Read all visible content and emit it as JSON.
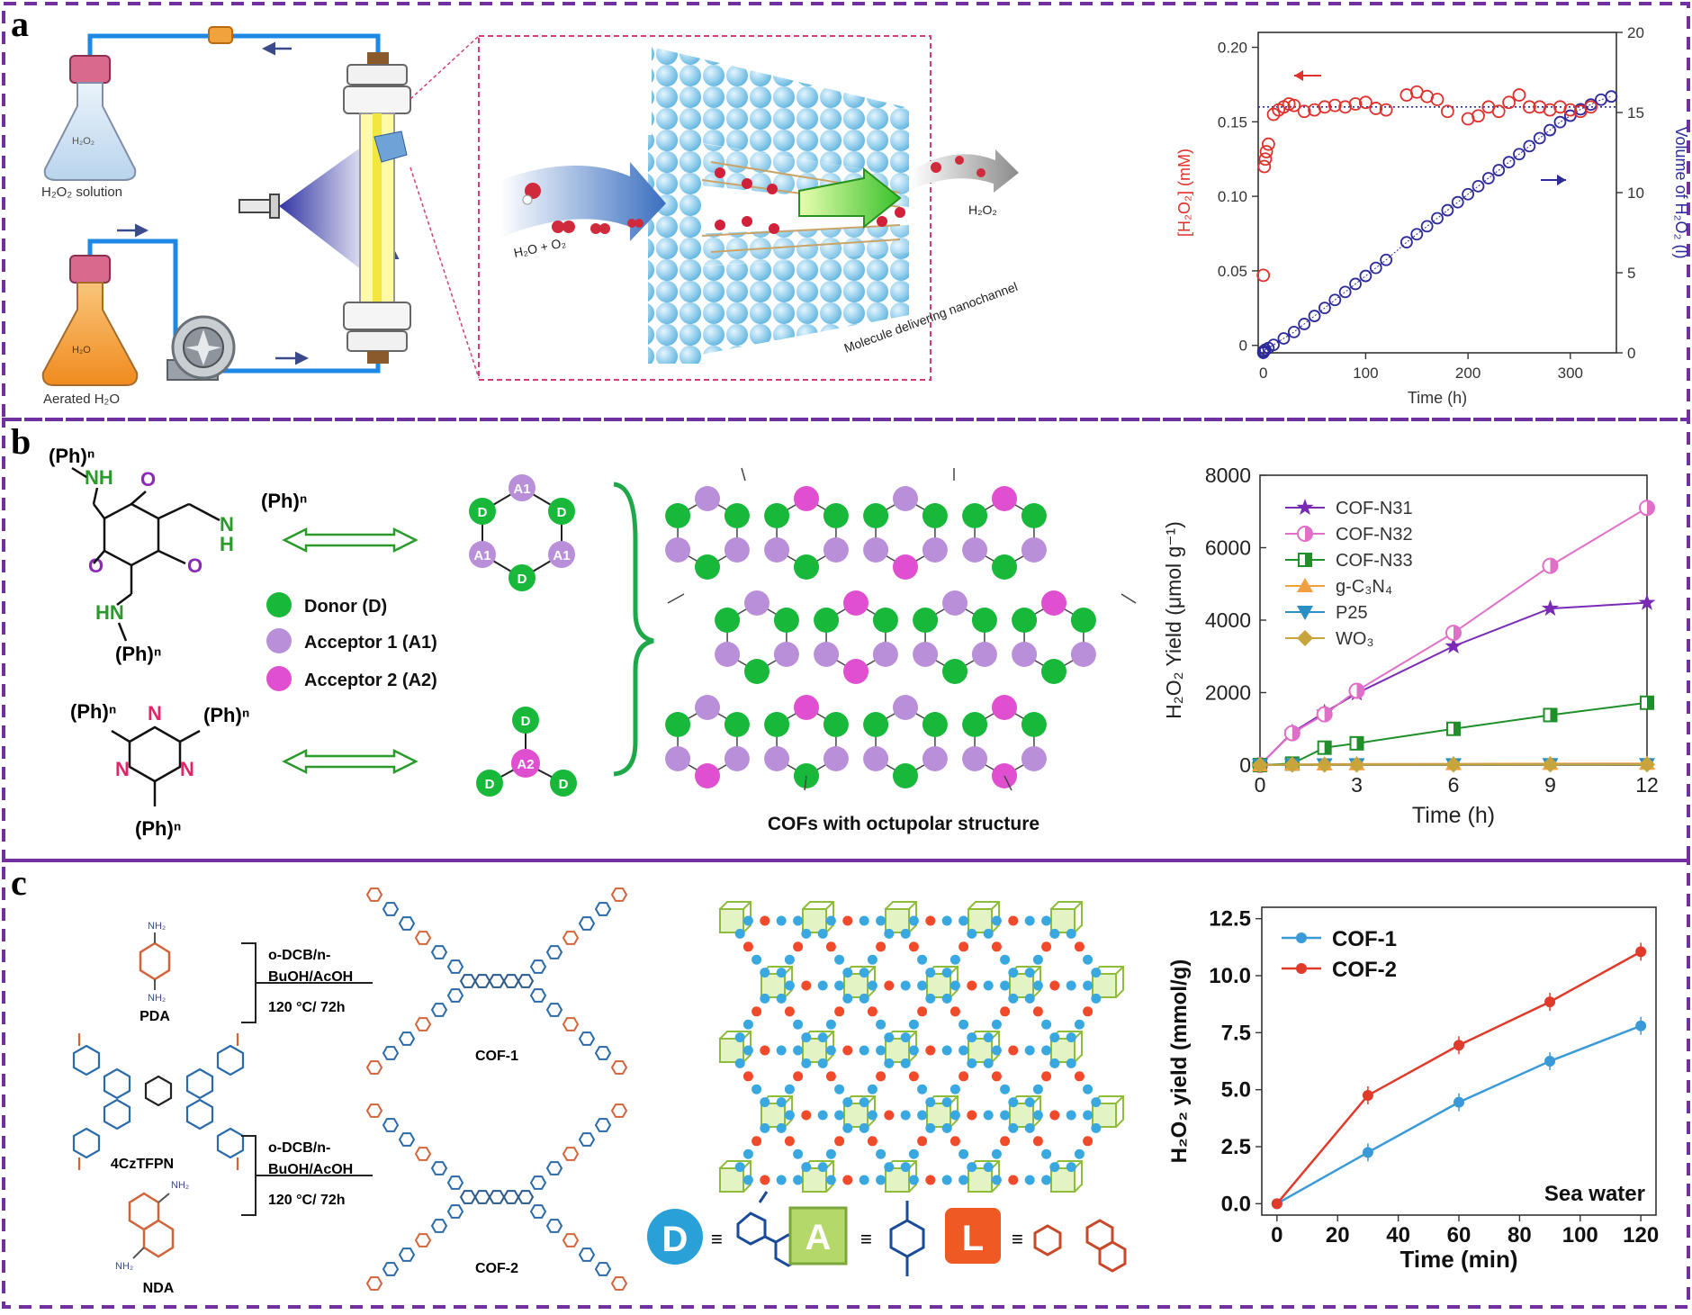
{
  "panels": {
    "a": {
      "label": "a",
      "schematic": {
        "h2o2_solution": "H₂O₂ solution",
        "aerated": "Aerated H₂O",
        "flask_top_label": "H₂O₂",
        "flask_bottom_label": "H₂O",
        "h2o_o2": "H₂O + O₂",
        "h2o2_out": "H₂O₂",
        "nanochannel": "Molecule delivering nanochannel"
      }
    },
    "b": {
      "label": "b",
      "legend": {
        "donor": "Donor (D)",
        "acceptor1": "Acceptor 1 (A1)",
        "acceptor2": "Acceptor 2 (A2)"
      },
      "ring_labels": {
        "d": "D",
        "a1": "A1",
        "a2": "A2"
      },
      "caption": "COFs with octupolar structure",
      "molecule": {
        "ph": "(Ph)ⁿ",
        "nh": "NH",
        "hn": "HN",
        "n": "N",
        "h": "H",
        "o": "O"
      }
    },
    "c": {
      "label": "c",
      "reagents": {
        "pda": "PDA",
        "nda": "NDA",
        "core": "4CzTFPN",
        "nh2": "NH₂"
      },
      "conditions": {
        "line1": "o-DCB/n-",
        "line2": "BuOH/AcOH",
        "line3": "120 °C/ 72h"
      },
      "products": {
        "cof1": "COF-1",
        "cof2": "COF-2"
      },
      "key": {
        "d": "D",
        "a": "A",
        "l": "L",
        "equiv": "≡"
      }
    }
  },
  "chart_data": [
    {
      "type": "scatter",
      "panel": "a",
      "xlabel": "Time (h)",
      "ylabel_left": "[H₂O₂] (mM)",
      "ylabel_right": "Volume of H₂O₂ (l)",
      "xlim": [
        -5,
        345
      ],
      "ylim_left": [
        -0.005,
        0.21
      ],
      "ylim_right": [
        0,
        20
      ],
      "xticks": [
        "0",
        "100",
        "200",
        "300"
      ],
      "yticks_left": [
        "0",
        "0.05",
        "0.10",
        "0.15",
        "0.20"
      ],
      "yticks_right": [
        "0",
        "5",
        "10",
        "15",
        "20"
      ],
      "series": [
        {
          "axis": "left",
          "color": "#e0302c",
          "reference_line": 0.16,
          "x": [
            0,
            1,
            2,
            3,
            5,
            10,
            15,
            20,
            25,
            30,
            40,
            50,
            60,
            70,
            80,
            90,
            100,
            110,
            120,
            140,
            150,
            160,
            170,
            180,
            200,
            210,
            220,
            230,
            240,
            250,
            260,
            270,
            280,
            290,
            300,
            310,
            320
          ],
          "y": [
            0.047,
            0.12,
            0.125,
            0.13,
            0.135,
            0.155,
            0.158,
            0.16,
            0.162,
            0.161,
            0.157,
            0.158,
            0.16,
            0.161,
            0.16,
            0.162,
            0.163,
            0.159,
            0.158,
            0.168,
            0.17,
            0.167,
            0.165,
            0.157,
            0.152,
            0.154,
            0.16,
            0.157,
            0.163,
            0.168,
            0.16,
            0.16,
            0.158,
            0.16,
            0.158,
            0.157,
            0.16
          ]
        },
        {
          "axis": "right",
          "color": "#2d2a9a",
          "x": [
            0,
            0,
            1,
            2,
            5,
            10,
            20,
            30,
            40,
            50,
            60,
            70,
            80,
            90,
            100,
            110,
            120,
            140,
            150,
            160,
            170,
            180,
            190,
            200,
            210,
            220,
            230,
            240,
            250,
            260,
            270,
            280,
            290,
            300,
            310,
            320,
            330,
            340
          ],
          "y": [
            0,
            0.1,
            0.1,
            0.2,
            0.3,
            0.5,
            0.9,
            1.3,
            1.8,
            2.3,
            2.8,
            3.3,
            3.8,
            4.3,
            4.8,
            5.3,
            5.8,
            6.9,
            7.4,
            7.9,
            8.4,
            8.9,
            9.4,
            9.9,
            10.4,
            10.9,
            11.4,
            11.9,
            12.4,
            12.9,
            13.4,
            13.9,
            14.4,
            14.8,
            15.2,
            15.5,
            15.8,
            16.0
          ]
        }
      ]
    },
    {
      "type": "line",
      "panel": "b",
      "xlabel": "Time (h)",
      "ylabel": "H₂O₂ Yield (μmol g⁻¹)",
      "xlim": [
        0,
        12
      ],
      "ylim": [
        0,
        8000
      ],
      "xticks": [
        "0",
        "3",
        "6",
        "9",
        "12"
      ],
      "yticks": [
        "0",
        "2000",
        "4000",
        "6000",
        "8000"
      ],
      "x": [
        0,
        1,
        2,
        3,
        6,
        9,
        12
      ],
      "series": [
        {
          "name": "COF-N31",
          "color": "#7a2bb5",
          "values": [
            0,
            900,
            1450,
            1980,
            3280,
            4320,
            4480
          ]
        },
        {
          "name": "COF-N32",
          "color": "#e06fc8",
          "values": [
            0,
            880,
            1400,
            2050,
            3650,
            5500,
            7100
          ]
        },
        {
          "name": "COF-N33",
          "color": "#1f8f2a",
          "values": [
            0,
            40,
            480,
            600,
            1000,
            1380,
            1720
          ]
        },
        {
          "name": "g-C₃N₄",
          "color": "#f0a040",
          "values": [
            0,
            20,
            25,
            30,
            35,
            40,
            45
          ]
        },
        {
          "name": "P25",
          "color": "#2a8fc4",
          "values": [
            0,
            10,
            12,
            14,
            16,
            18,
            20
          ]
        },
        {
          "name": "WO₃",
          "color": "#c8a43c",
          "values": [
            0,
            8,
            10,
            12,
            14,
            16,
            18
          ]
        }
      ]
    },
    {
      "type": "line",
      "panel": "c",
      "xlabel": "Time (min)",
      "ylabel": "H₂O₂ yield (mmol/g)",
      "annotation": "Sea water",
      "xlim": [
        -5,
        125
      ],
      "ylim": [
        -0.5,
        13
      ],
      "xticks": [
        "0",
        "20",
        "40",
        "60",
        "80",
        "100",
        "120"
      ],
      "yticks": [
        "0.0",
        "2.5",
        "5.0",
        "7.5",
        "10.0",
        "12.5"
      ],
      "x": [
        0,
        30,
        60,
        90,
        120
      ],
      "series": [
        {
          "name": "COF-1",
          "color": "#3a9ad8",
          "values": [
            0,
            2.25,
            4.45,
            6.25,
            7.8
          ]
        },
        {
          "name": "COF-2",
          "color": "#e03a2a",
          "values": [
            0,
            4.75,
            6.95,
            8.85,
            11.05
          ]
        }
      ]
    }
  ]
}
